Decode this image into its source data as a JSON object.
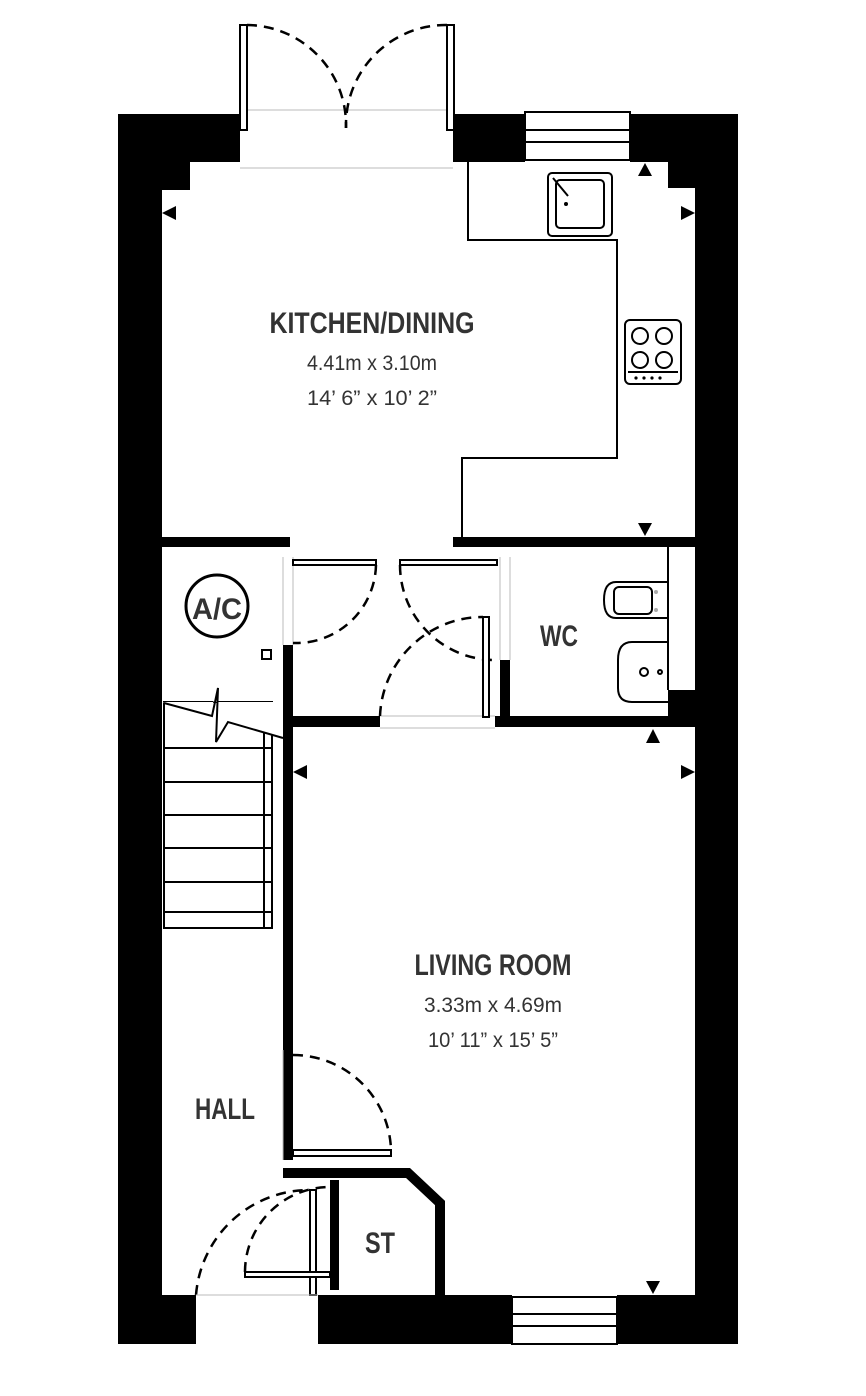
{
  "rooms": {
    "kitchen": {
      "name": "KITCHEN/DINING",
      "metric": "4.41m x 3.10m",
      "imperial": "14’ 6” x 10’ 2”"
    },
    "living": {
      "name": "LIVING ROOM",
      "metric": "3.33m x 4.69m",
      "imperial": "10’ 11” x 15’ 5”"
    },
    "wc": {
      "name": "WC"
    },
    "hall": {
      "name": "HALL"
    },
    "store": {
      "name": "ST"
    },
    "airing_cupboard": {
      "name": "A/C"
    }
  }
}
